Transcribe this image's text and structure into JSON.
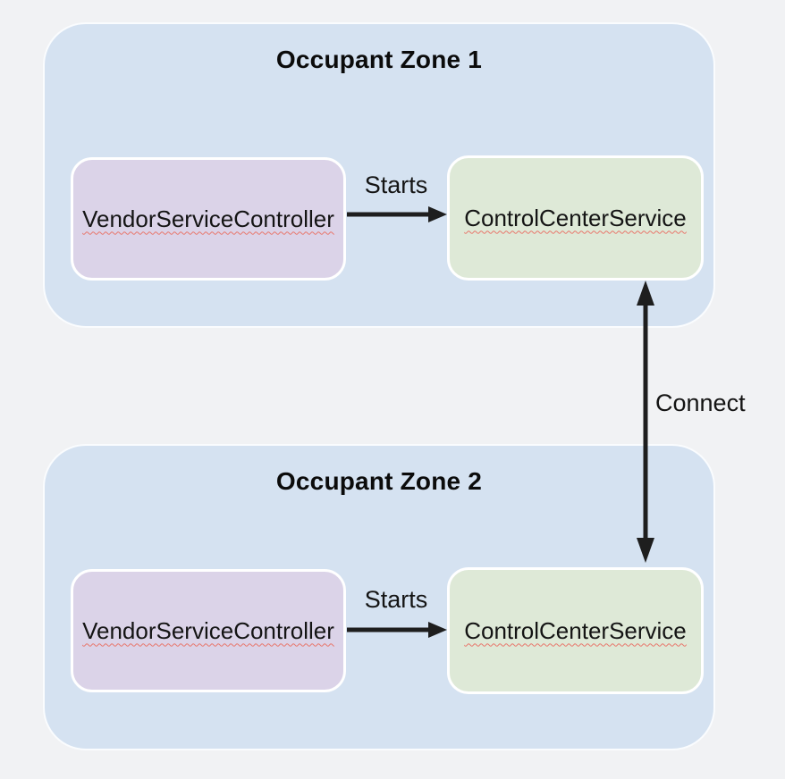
{
  "diagram": {
    "zones": [
      {
        "title": "Occupant Zone 1",
        "vendor_node": "VendorServiceController",
        "control_node": "ControlCenterService",
        "starts_edge_label": "Starts"
      },
      {
        "title": "Occupant Zone 2",
        "vendor_node": "VendorServiceController",
        "control_node": "ControlCenterService",
        "starts_edge_label": "Starts"
      }
    ],
    "connect_edge": {
      "label": "Connect",
      "type": "bidirectional",
      "from": "ControlCenterService (Occupant Zone 1)",
      "to": "ControlCenterService (Occupant Zone 2)"
    }
  },
  "colors": {
    "page_bg": "#f1f2f4",
    "zone_bg": "#d5e2f1",
    "zone_border": "#fafcfe",
    "vendor_node_bg": "#dbd3e8",
    "control_node_bg": "#dee9d7",
    "node_border": "#ffffff",
    "arrow": "#1e1e1e",
    "text": "#121212",
    "spellcheck_underline": "#e8756a"
  }
}
